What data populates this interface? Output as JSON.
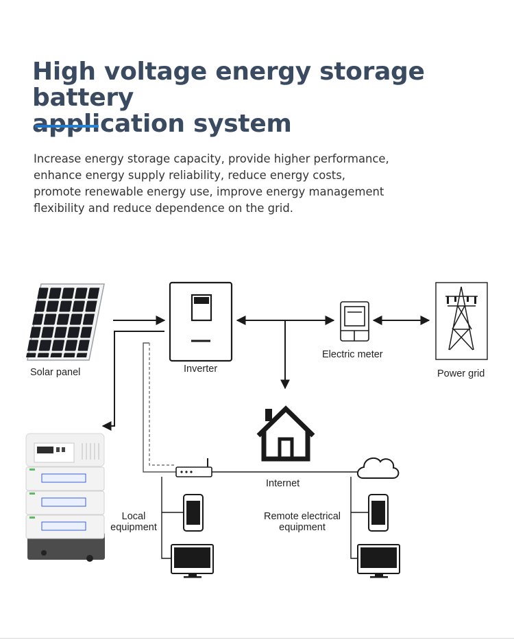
{
  "title": [
    "High voltage energy storage battery",
    "application system"
  ],
  "description": [
    "Increase energy storage capacity, provide higher performance,",
    "enhance energy supply reliability, reduce energy costs,",
    "promote renewable energy use, improve energy management",
    "flexibility and reduce dependence on the grid."
  ],
  "colors": {
    "title": "#3a4a60",
    "accent": "#1f6fc4",
    "line": "#1a1a1a"
  },
  "nodes": {
    "solar_panel": "Solar panel",
    "inverter": "Inverter",
    "electric_meter": "Electric meter",
    "power_grid": "Power grid",
    "internet": "Internet",
    "local_equipment": [
      "Local",
      "equipment"
    ],
    "remote_equipment": [
      "Remote electrical",
      "equipment"
    ]
  },
  "icons": [
    "solar-panel-icon",
    "inverter-icon",
    "electric-meter-icon",
    "power-tower-icon",
    "house-icon",
    "router-icon",
    "cloud-icon",
    "phone-icon",
    "monitor-icon",
    "battery-stack-icon"
  ]
}
